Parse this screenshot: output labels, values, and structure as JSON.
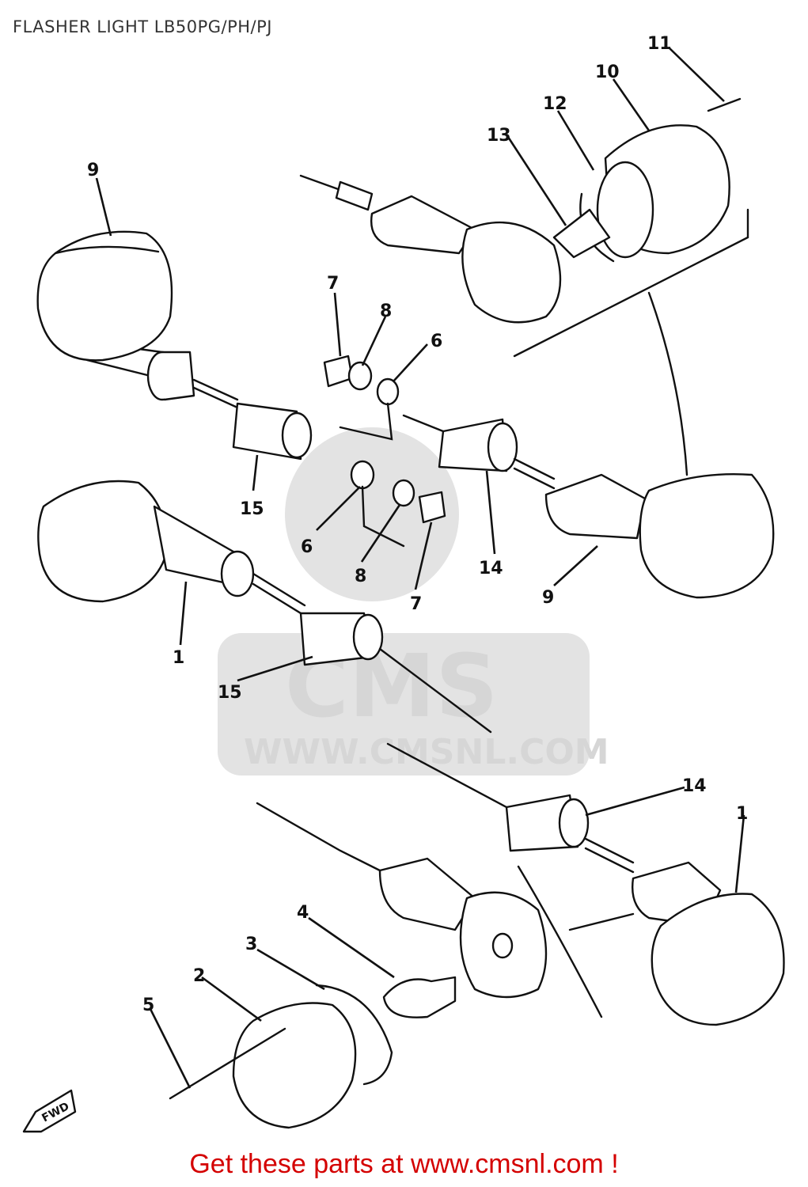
{
  "title": "FLASHER LIGHT LB50PG/PH/PJ",
  "footer": "Get these parts at www.cmsnl.com !",
  "watermark": {
    "logo": "CMS",
    "url": "WWW.CMSNL.COM"
  },
  "direction_marker": "FWD",
  "labels": [
    "11",
    "10",
    "12",
    "13",
    "9",
    "7",
    "8",
    "6",
    "15",
    "6",
    "8",
    "7",
    "14",
    "9",
    "1",
    "15",
    "14",
    "1",
    "4",
    "3",
    "2",
    "5"
  ],
  "colors": {
    "footer": "#d40000",
    "line": "#111111"
  }
}
